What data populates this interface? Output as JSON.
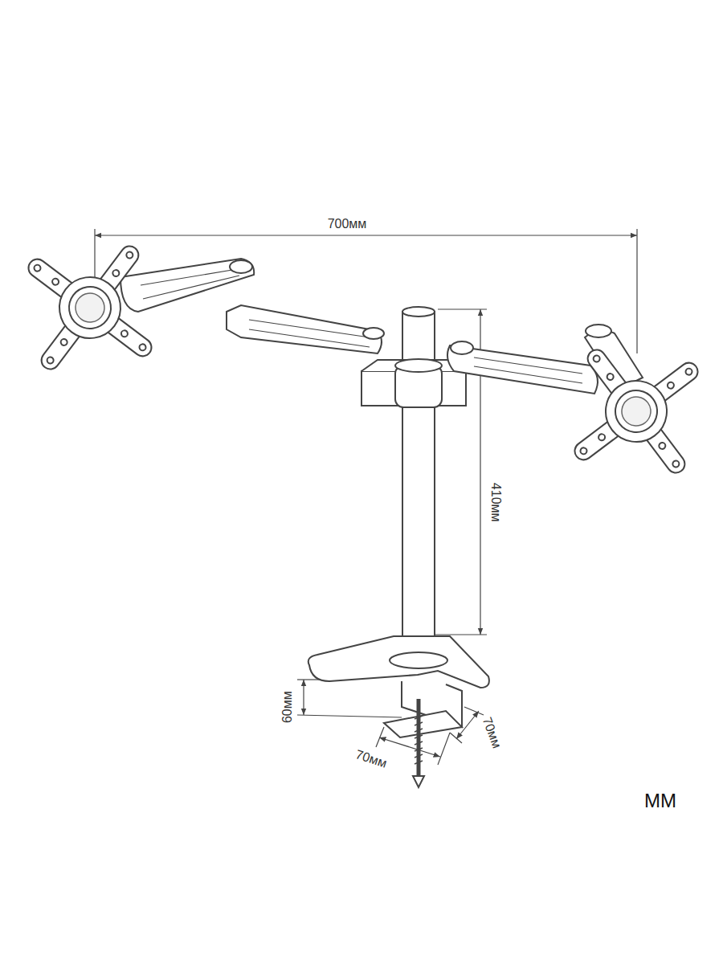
{
  "diagram": {
    "labels": [
      "700мм",
      "410мм",
      "60мм",
      "70мм",
      "70мм",
      "MM"
    ]
  }
}
